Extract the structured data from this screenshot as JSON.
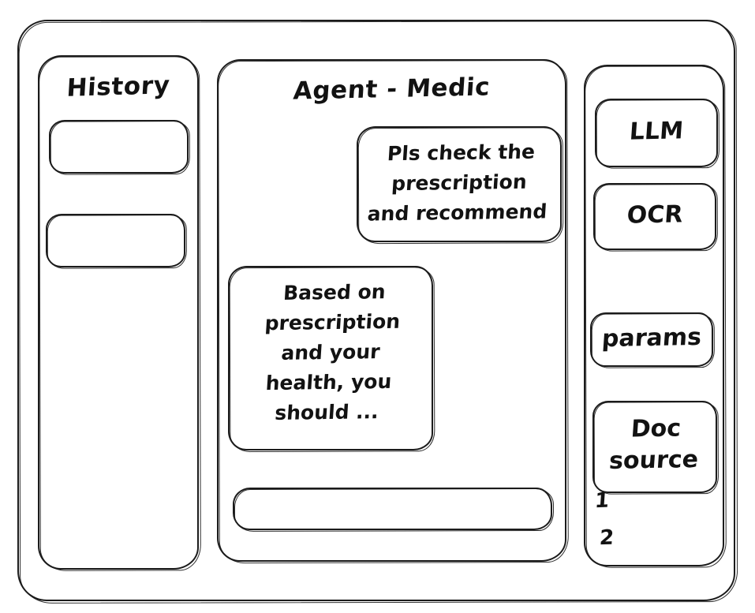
{
  "window": {
    "label": "agent-medic-wireframe"
  },
  "sidebar_left": {
    "title": "History",
    "items": [
      {
        "label": ""
      },
      {
        "label": ""
      }
    ]
  },
  "main": {
    "title": "Agent - Medic",
    "messages": [
      {
        "role": "user",
        "text": "Pls check the\nprescription\nand recommend"
      },
      {
        "role": "assistant",
        "text": "Based on\nprescription\nand your\nhealth, you\nshould ..."
      }
    ],
    "composer": {
      "value": "",
      "placeholder": ""
    }
  },
  "sidebar_right": {
    "tools": [
      {
        "label": "LLM"
      },
      {
        "label": "OCR"
      },
      {
        "label": "params"
      },
      {
        "label": "Doc\nsource"
      }
    ],
    "doc_sources": [
      {
        "label": "1"
      },
      {
        "label": "2"
      }
    ]
  },
  "style": {
    "ink": "#1b1b1b",
    "paper": "#ffffff"
  }
}
